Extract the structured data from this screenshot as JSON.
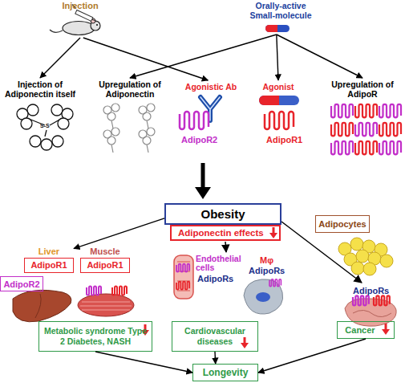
{
  "diagram": {
    "nodes": [
      {
        "text": [
          "Injection"
        ]
      },
      {
        "text": [
          "Orally-active Small-molecule"
        ]
      },
      {
        "text": [
          "Injection of Adiponectin itself"
        ]
      },
      {
        "text": [
          "Upregulation of Adiponectin"
        ]
      },
      {
        "text": [
          "Agonistic Ab"
        ]
      },
      {
        "text": [
          "Agonist"
        ]
      },
      {
        "text": [
          "Upregulation of AdipoR"
        ]
      },
      {
        "text": [
          "Obesity"
        ]
      },
      {
        "text": [
          "Adiponectin effects"
        ]
      },
      {
        "text": [
          "Adipocytes"
        ]
      },
      {
        "text": [
          "Liver",
          "AdipoR1"
        ]
      },
      {
        "text": [
          "Muscle",
          "AdipoR1"
        ]
      },
      {
        "text": [
          "AdipoR2"
        ]
      },
      {
        "text": [
          "Metabolic syndrome Type 2 Diabetes, NASH"
        ]
      },
      {
        "text": [
          "Cardiovascular diseases"
        ]
      },
      {
        "text": [
          "Cancer"
        ]
      },
      {
        "text": [
          "Longevity"
        ]
      }
    ],
    "edges": [
      {
        "from": 0,
        "to": 2,
        "arrow": "to"
      },
      {
        "from": 0,
        "to": 4,
        "arrow": "to"
      },
      {
        "from": 1,
        "to": 3,
        "arrow": "to"
      },
      {
        "from": 1,
        "to": 5,
        "arrow": "to"
      },
      {
        "from": 1,
        "to": 6,
        "arrow": "to"
      },
      {
        "from": 7,
        "to": 10,
        "arrow": "to"
      },
      {
        "from": 13,
        "to": 16,
        "arrow": "to"
      },
      {
        "from": 14,
        "to": 16,
        "arrow": "to"
      },
      {
        "from": 15,
        "to": 16,
        "arrow": "to"
      }
    ],
    "labels": [
      "AdipoR2",
      "AdipoR1",
      "S-S",
      "Endothelial cells",
      "AdipoRs",
      "Mφ",
      "AdipoRs",
      "AdipoRs"
    ]
  }
}
